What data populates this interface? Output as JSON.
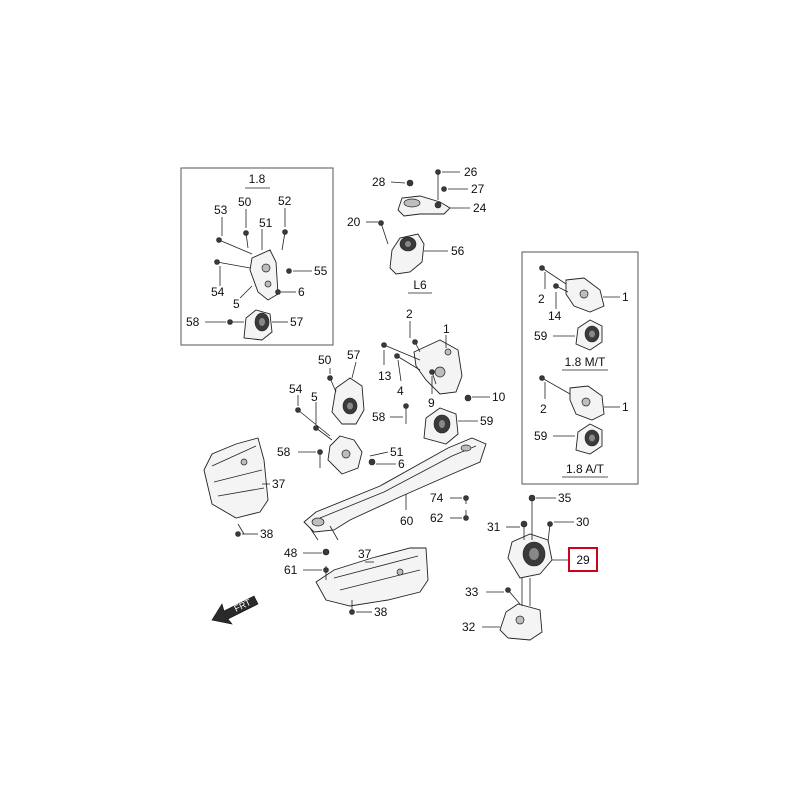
{
  "inset_left": {
    "caption": "1.8"
  },
  "inset_top": {
    "caption": "L6"
  },
  "inset_right": {
    "caption_mt": "1.8 M/T",
    "caption_at": "1.8 A/T"
  },
  "orientation": {
    "arrow_label": "FRT"
  },
  "highlight": {
    "part_number": "29",
    "color": "#d0021b"
  },
  "callouts": {
    "c53a": "53",
    "c50a": "50",
    "c52a": "52",
    "c51a": "51",
    "c55a": "55",
    "c54a": "54",
    "c5a": "5",
    "c6a": "6",
    "c58a": "58",
    "c57a": "57",
    "c28": "28",
    "c26": "26",
    "c27": "27",
    "c20": "20",
    "c24": "24",
    "c56": "56",
    "r2a": "2",
    "r1a": "1",
    "r14": "14",
    "r59a": "59",
    "r2b": "2",
    "r1b": "1",
    "r59b": "59",
    "m2": "2",
    "m1": "1",
    "m13": "13",
    "m4": "4",
    "m9": "9",
    "m10": "10",
    "m50": "50",
    "m57": "57",
    "m54": "54",
    "m5": "5",
    "m58a": "58",
    "m59": "59",
    "m58b": "58",
    "m51": "51",
    "m6": "6",
    "m37a": "37",
    "m38a": "38",
    "m74": "74",
    "m62": "62",
    "m60": "60",
    "m35": "35",
    "m31": "31",
    "m30": "30",
    "m48": "48",
    "m61": "61",
    "m37b": "37",
    "m38b": "38",
    "m33": "33",
    "m32": "32"
  }
}
